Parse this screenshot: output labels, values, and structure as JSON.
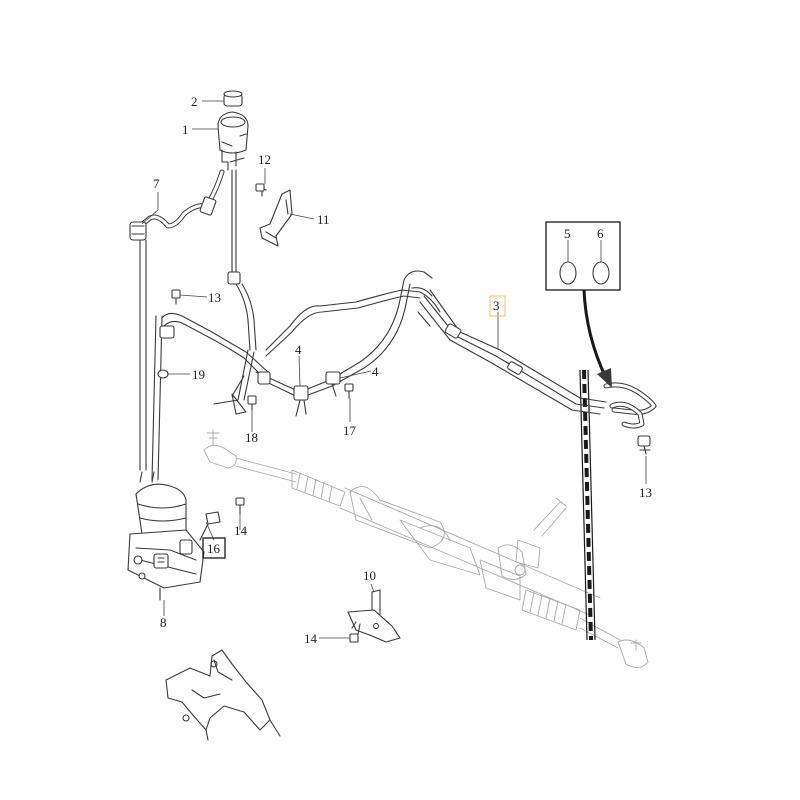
{
  "callouts": {
    "c1": "1",
    "c2": "2",
    "c3": "3",
    "c4a": "4",
    "c4b": "4",
    "c5": "5",
    "c6": "6",
    "c7": "7",
    "c8": "8",
    "c10": "10",
    "c11": "11",
    "c12": "12",
    "c13a": "13",
    "c13b": "13",
    "c14a": "14",
    "c14b": "14",
    "c16": "16",
    "c17": "17",
    "c18": "18",
    "c19": "19"
  },
  "colors": {
    "line": "#3a3a3a",
    "ghost": "#a8a8a8",
    "highlight_box": "#f0c060",
    "cut_line": "#1a1a1a"
  }
}
